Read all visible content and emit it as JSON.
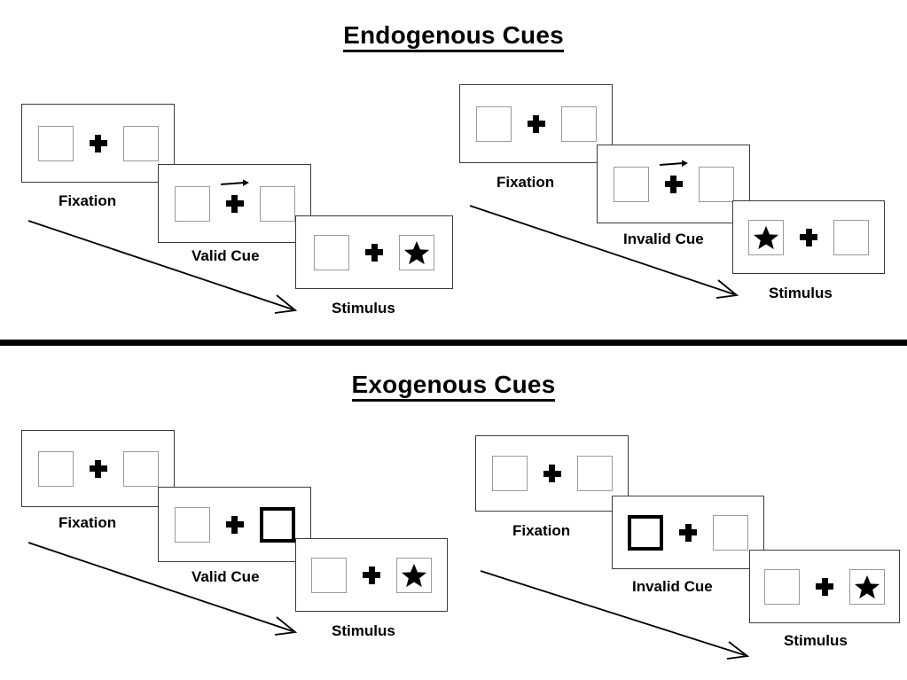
{
  "sections": [
    {
      "id": "endogenous",
      "title": "Endogenous Cues",
      "sequences": [
        {
          "id": "endogenous-valid",
          "cue_type": "endogenous",
          "validity": "valid",
          "frames": [
            {
              "caption": "Fixation",
              "cue": "none",
              "arrow": "none",
              "left_box": "empty",
              "right_box": "empty",
              "target": "none"
            },
            {
              "caption": "Valid Cue",
              "cue": "arrow",
              "arrow": "right",
              "left_box": "empty",
              "right_box": "empty",
              "target": "none"
            },
            {
              "caption": "Stimulus",
              "cue": "none",
              "arrow": "none",
              "left_box": "empty",
              "right_box": "star",
              "target": "right"
            }
          ]
        },
        {
          "id": "endogenous-invalid",
          "cue_type": "endogenous",
          "validity": "invalid",
          "frames": [
            {
              "caption": "Fixation",
              "cue": "none",
              "arrow": "none",
              "left_box": "empty",
              "right_box": "empty",
              "target": "none"
            },
            {
              "caption": "Invalid Cue",
              "cue": "arrow",
              "arrow": "right",
              "left_box": "empty",
              "right_box": "empty",
              "target": "none"
            },
            {
              "caption": "Stimulus",
              "cue": "none",
              "arrow": "none",
              "left_box": "star",
              "right_box": "empty",
              "target": "left"
            }
          ]
        }
      ]
    },
    {
      "id": "exogenous",
      "title": "Exogenous Cues",
      "sequences": [
        {
          "id": "exogenous-valid",
          "cue_type": "exogenous",
          "validity": "valid",
          "frames": [
            {
              "caption": "Fixation",
              "cue": "none",
              "arrow": "none",
              "left_box": "empty",
              "right_box": "empty",
              "target": "none"
            },
            {
              "caption": "Valid Cue",
              "cue": "box-highlight",
              "arrow": "none",
              "left_box": "empty",
              "right_box": "cued",
              "target": "none"
            },
            {
              "caption": "Stimulus",
              "cue": "none",
              "arrow": "none",
              "left_box": "empty",
              "right_box": "star",
              "target": "right"
            }
          ]
        },
        {
          "id": "exogenous-invalid",
          "cue_type": "exogenous",
          "validity": "invalid",
          "frames": [
            {
              "caption": "Fixation",
              "cue": "none",
              "arrow": "none",
              "left_box": "empty",
              "right_box": "empty",
              "target": "none"
            },
            {
              "caption": "Invalid Cue",
              "cue": "box-highlight",
              "arrow": "none",
              "left_box": "cued",
              "right_box": "empty",
              "target": "none"
            },
            {
              "caption": "Stimulus",
              "cue": "none",
              "arrow": "none",
              "left_box": "empty",
              "right_box": "star",
              "target": "right"
            }
          ]
        }
      ]
    }
  ],
  "icons": {
    "star": "star-icon",
    "plus": "fixation-cross-icon",
    "cue_arrow": "cue-arrow-right-icon",
    "time_arrow": "time-progression-arrow-icon"
  },
  "colors": {
    "ink": "#000000",
    "panel_border": "#3a3a3a",
    "box_border": "#9a9a9a",
    "cued_box_border": "#000000",
    "background": "#ffffff"
  }
}
